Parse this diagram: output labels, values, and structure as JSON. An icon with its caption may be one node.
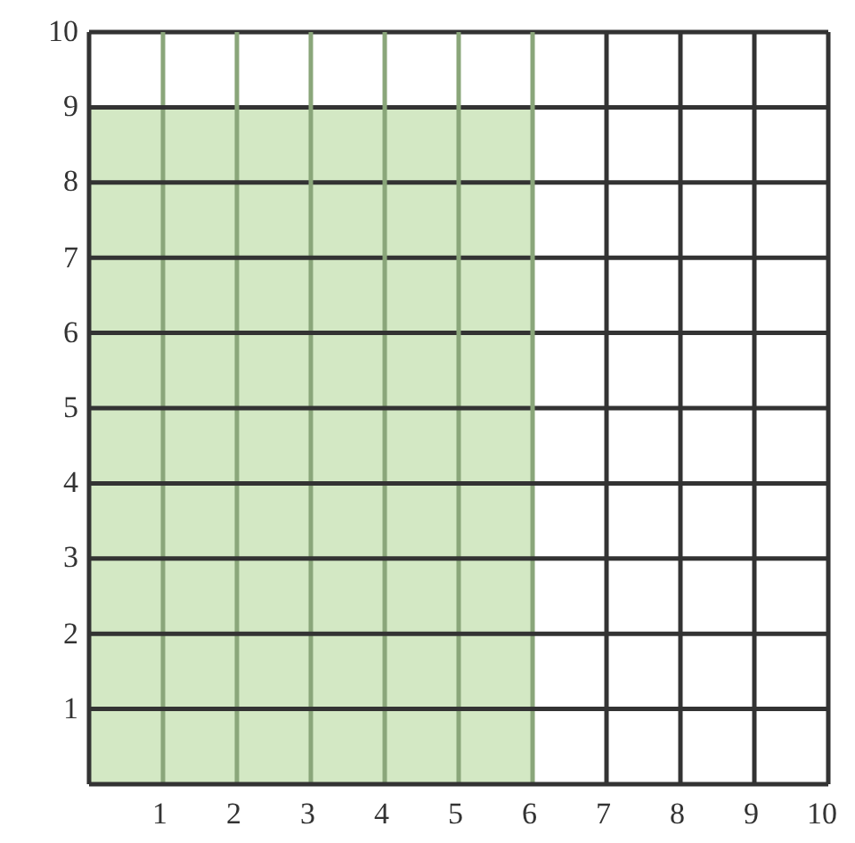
{
  "diagram": {
    "labels": [
      "10",
      "9",
      "8",
      "7",
      "6",
      "5",
      "4",
      "3",
      "2",
      "1",
      "1",
      "2",
      "3",
      "4",
      "5",
      "6",
      "7",
      "8",
      "9",
      "10"
    ]
  }
}
